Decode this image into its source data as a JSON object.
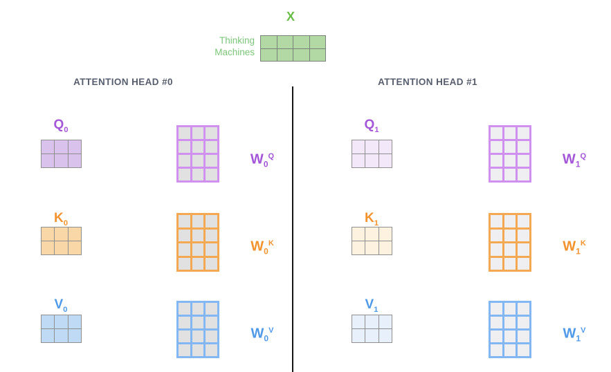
{
  "input": {
    "label": "X",
    "label_color": "#68be47",
    "caption_lines": [
      "Thinking",
      "Machines"
    ],
    "caption_color": "#7cc679",
    "matrix": {
      "rows": 2,
      "cols": 4,
      "fill": "#b2d9a4",
      "line": "#78827a",
      "line_w": 1
    }
  },
  "divider": {
    "color": "#141414"
  },
  "heads": [
    {
      "title": "ATTENTION HEAD #0",
      "title_color": "#565e6d",
      "rows": [
        {
          "label_main": "Q",
          "label_sub": "0",
          "label_color": "#a456d8",
          "matrix": {
            "rows": 2,
            "cols": 3,
            "fill": "#d9c3ec",
            "line": "#8f8f8f",
            "line_w": 1
          },
          "w_label_main": "W",
          "w_label_sub": "0",
          "w_label_sup": "Q",
          "w_label_color": "#a456d8",
          "w_matrix": {
            "rows": 4,
            "cols": 3,
            "fill": "#e1e1e1",
            "line": "#cf90f0",
            "line_w": 3
          }
        },
        {
          "label_main": "K",
          "label_sub": "0",
          "label_color": "#f2932d",
          "matrix": {
            "rows": 2,
            "cols": 3,
            "fill": "#fad7a6",
            "line": "#8f8f8f",
            "line_w": 1
          },
          "w_label_main": "W",
          "w_label_sub": "0",
          "w_label_sup": "K",
          "w_label_color": "#f2932d",
          "w_matrix": {
            "rows": 4,
            "cols": 3,
            "fill": "#e1e1e1",
            "line": "#f4a851",
            "line_w": 3
          }
        },
        {
          "label_main": "V",
          "label_sub": "0",
          "label_color": "#4f9ae8",
          "matrix": {
            "rows": 2,
            "cols": 3,
            "fill": "#bedaf4",
            "line": "#8f8f8f",
            "line_w": 1
          },
          "w_label_main": "W",
          "w_label_sub": "0",
          "w_label_sup": "V",
          "w_label_color": "#4f9ae8",
          "w_matrix": {
            "rows": 4,
            "cols": 3,
            "fill": "#e1e1e1",
            "line": "#83b7f4",
            "line_w": 3
          }
        }
      ]
    },
    {
      "title": "ATTENTION HEAD #1",
      "title_color": "#565e6d",
      "rows": [
        {
          "label_main": "Q",
          "label_sub": "1",
          "label_color": "#a456d8",
          "matrix": {
            "rows": 2,
            "cols": 3,
            "fill": "#f2e8f9",
            "line": "#8f8f8f",
            "line_w": 1
          },
          "w_label_main": "W",
          "w_label_sub": "1",
          "w_label_sup": "Q",
          "w_label_color": "#a456d8",
          "w_matrix": {
            "rows": 4,
            "cols": 3,
            "fill": "#efeff1",
            "line": "#cf90f0",
            "line_w": 3
          }
        },
        {
          "label_main": "K",
          "label_sub": "1",
          "label_color": "#f2932d",
          "matrix": {
            "rows": 2,
            "cols": 3,
            "fill": "#fdf1df",
            "line": "#8f8f8f",
            "line_w": 1
          },
          "w_label_main": "W",
          "w_label_sub": "1",
          "w_label_sup": "K",
          "w_label_color": "#f2932d",
          "w_matrix": {
            "rows": 4,
            "cols": 3,
            "fill": "#efeff1",
            "line": "#f4a851",
            "line_w": 3
          }
        },
        {
          "label_main": "V",
          "label_sub": "1",
          "label_color": "#4f9ae8",
          "matrix": {
            "rows": 2,
            "cols": 3,
            "fill": "#e8f1fb",
            "line": "#8f8f8f",
            "line_w": 1
          },
          "w_label_main": "W",
          "w_label_sub": "1",
          "w_label_sup": "V",
          "w_label_color": "#4f9ae8",
          "w_matrix": {
            "rows": 4,
            "cols": 3,
            "fill": "#efeff1",
            "line": "#83b7f4",
            "line_w": 3
          }
        }
      ]
    }
  ]
}
